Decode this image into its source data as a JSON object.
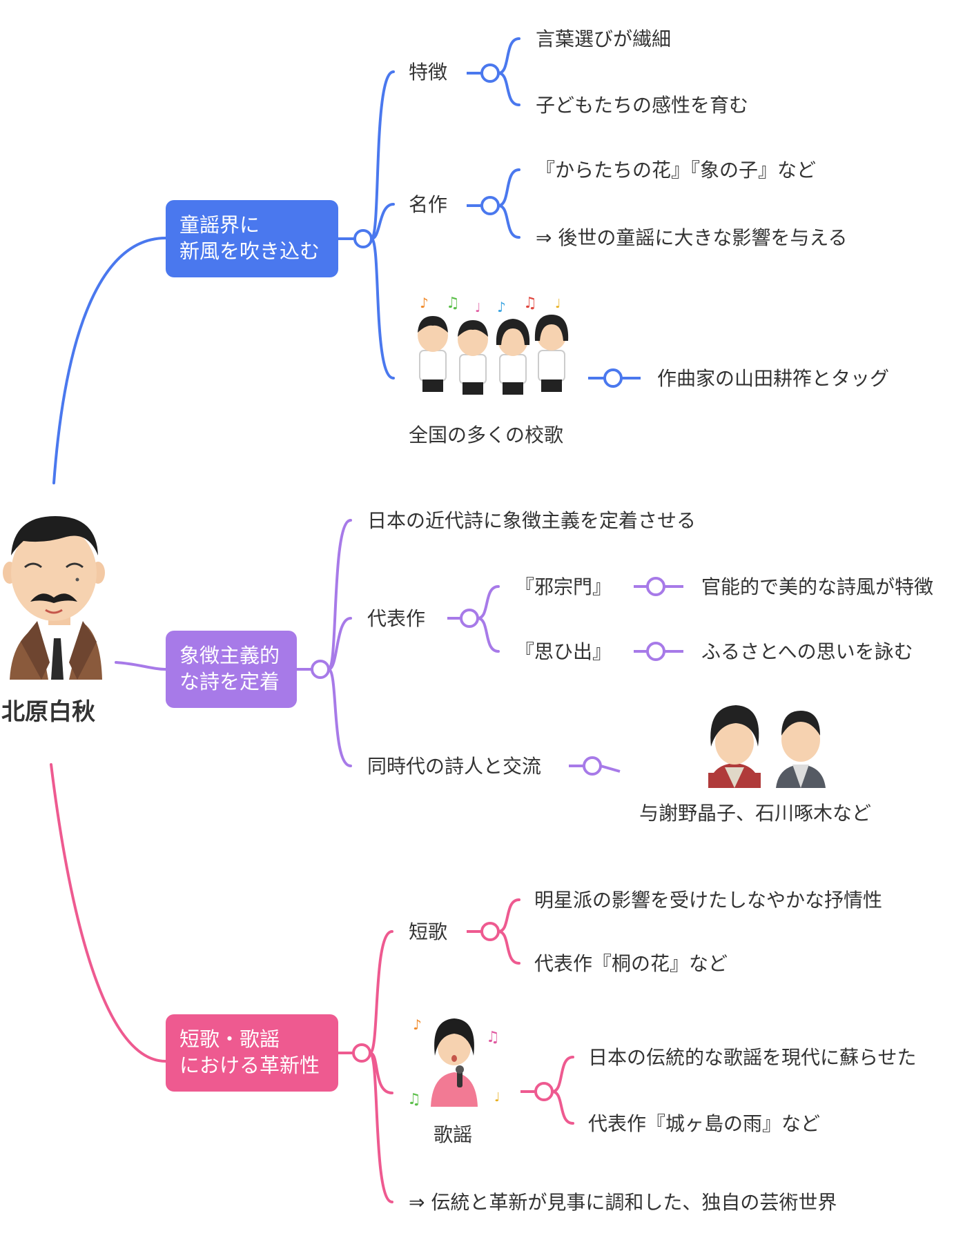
{
  "colors": {
    "blue": "#4a78ee",
    "purple": "#a77ae8",
    "pink": "#ee5a90",
    "text": "#333333"
  },
  "root": {
    "label": "北原白秋",
    "icon": "poet-portrait-icon"
  },
  "branch1": {
    "label_line1": "童謡界に",
    "label_line2": "新風を吹き込む",
    "features": {
      "label": "特徴",
      "item1": "言葉選びが繊細",
      "item2": "子どもたちの感性を育む"
    },
    "works": {
      "label": "名作",
      "item1": "『からたちの花』『象の子』など",
      "item2": "⇒ 後世の童謡に大きな影響を与える"
    },
    "school_songs": {
      "label": "全国の多くの校歌",
      "icon": "children-choir-icon",
      "detail": "作曲家の山田耕筰とタッグ"
    }
  },
  "branch2": {
    "label_line1": "象徴主義的",
    "label_line2": "な詩を定着",
    "item1": "日本の近代詩に象徴主義を定着させる",
    "works": {
      "label": "代表作",
      "work1": "『邪宗門』",
      "work1_desc": "官能的で美的な詩風が特徴",
      "work2": "『思ひ出』",
      "work2_desc": "ふるさとへの思いを詠む"
    },
    "exchange": {
      "label": "同時代の詩人と交流",
      "icon": "two-poets-icon",
      "poets": "与謝野晶子、石川啄木など"
    }
  },
  "branch3": {
    "label_line1": "短歌・歌謡",
    "label_line2": "における革新性",
    "tanka": {
      "label": "短歌",
      "item1": "明星派の影響を受けたしなやかな抒情性",
      "item2": "代表作『桐の花』など"
    },
    "kayo": {
      "label": "歌謡",
      "icon": "singer-icon",
      "item1": "日本の伝統的な歌謡を現代に蘇らせた",
      "item2": "代表作『城ヶ島の雨』など"
    },
    "conclusion": "⇒ 伝統と革新が見事に調和した、独自の芸術世界"
  }
}
